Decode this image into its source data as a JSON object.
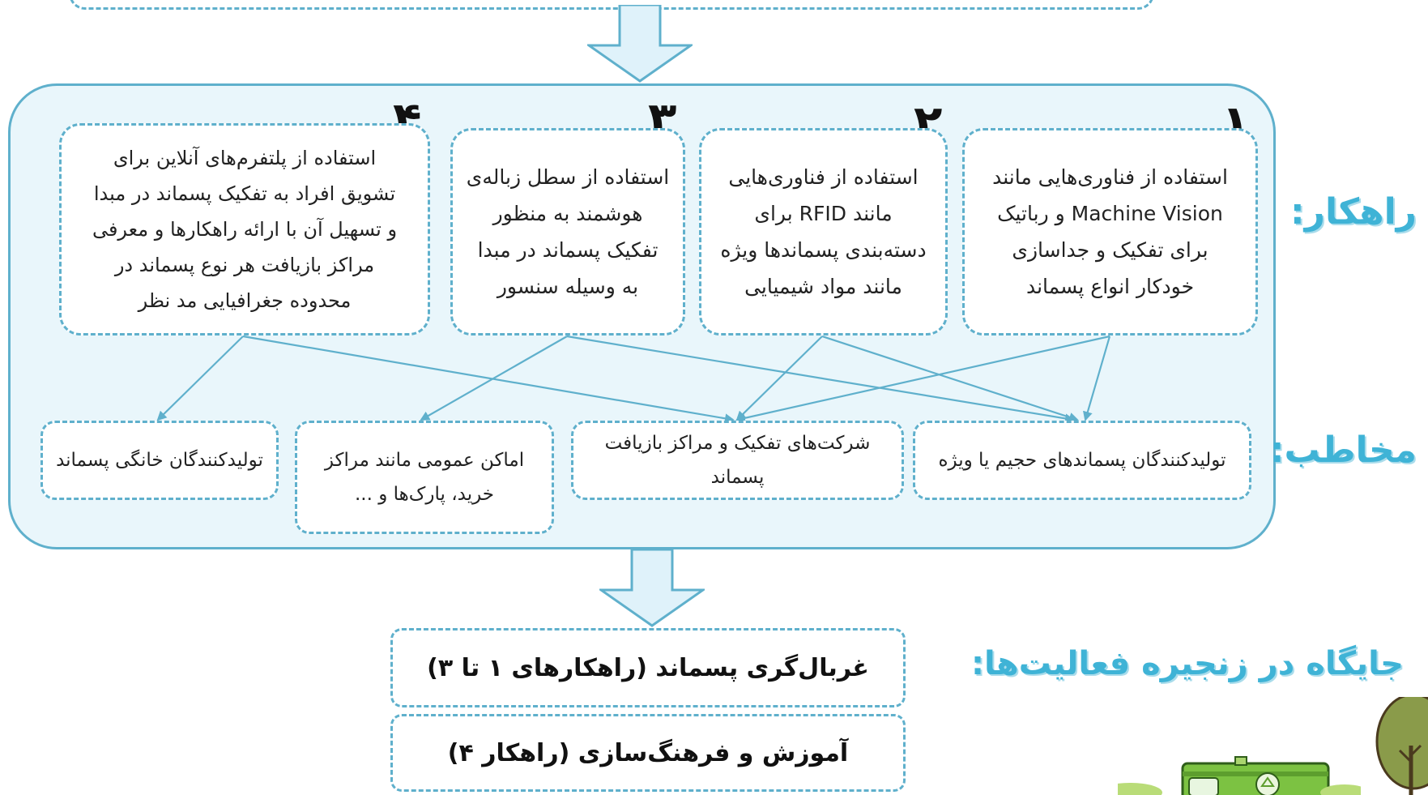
{
  "labels": {
    "solutions": "راهکار:",
    "audience": "مخاطب:",
    "position": "جایگاه در زنجیره فعالیت‌ها:"
  },
  "solutions": [
    {
      "number": "۱",
      "lines": [
        "استفاده از فناوری‌هایی مانند",
        "Machine Vision و رباتیک",
        "برای تفکیک و جداسازی",
        "خودکار انواع پسماند"
      ]
    },
    {
      "number": "۲",
      "lines": [
        "استفاده از فناوری‌هایی",
        "مانند RFID برای",
        "دسته‌بندی پسماندها ویژه",
        "مانند مواد شیمیایی"
      ]
    },
    {
      "number": "۳",
      "lines": [
        "استفاده از سطل زباله‌ی",
        "هوشمند به منظور",
        "تفکیک پسماند در مبدا",
        "به وسیله سنسور"
      ]
    },
    {
      "number": "۴",
      "lines": [
        "استفاده از پلتفرم‌های آنلاین برای",
        "تشویق افراد به تفکیک پسماند در مبدا",
        "و تسهیل آن با ارائه راهکارها و معرفی",
        "مراکز بازیافت هر نوع پسماند در",
        "محدوده جغرافیایی مد نظر"
      ]
    }
  ],
  "audiences": [
    {
      "lines": [
        "تولیدکنندگان پسماندهای حجیم یا ویژه"
      ]
    },
    {
      "lines": [
        "شرکت‌های تفکیک و مراکز بازیافت پسماند"
      ]
    },
    {
      "lines": [
        "اماکن عمومی مانند مراکز",
        "خرید، پارک‌ها و ..."
      ]
    },
    {
      "lines": [
        "تولیدکنندگان خانگی پسماند"
      ]
    }
  ],
  "positions": [
    "غربال‌گری پسماند (راهکارهای ۱ تا ۳)",
    "آموزش و فرهنگ‌سازی (راهکار ۴)"
  ],
  "colors": {
    "accent": "#5fb0cc",
    "panel_fill": "#e9f6fb",
    "label": "#3fb3d6",
    "arrow_fill": "#dff2fa",
    "truck": "#7cc242",
    "tree": "#8a9b4a"
  },
  "icons": [
    "garbage-truck-icon",
    "tree-icon"
  ]
}
